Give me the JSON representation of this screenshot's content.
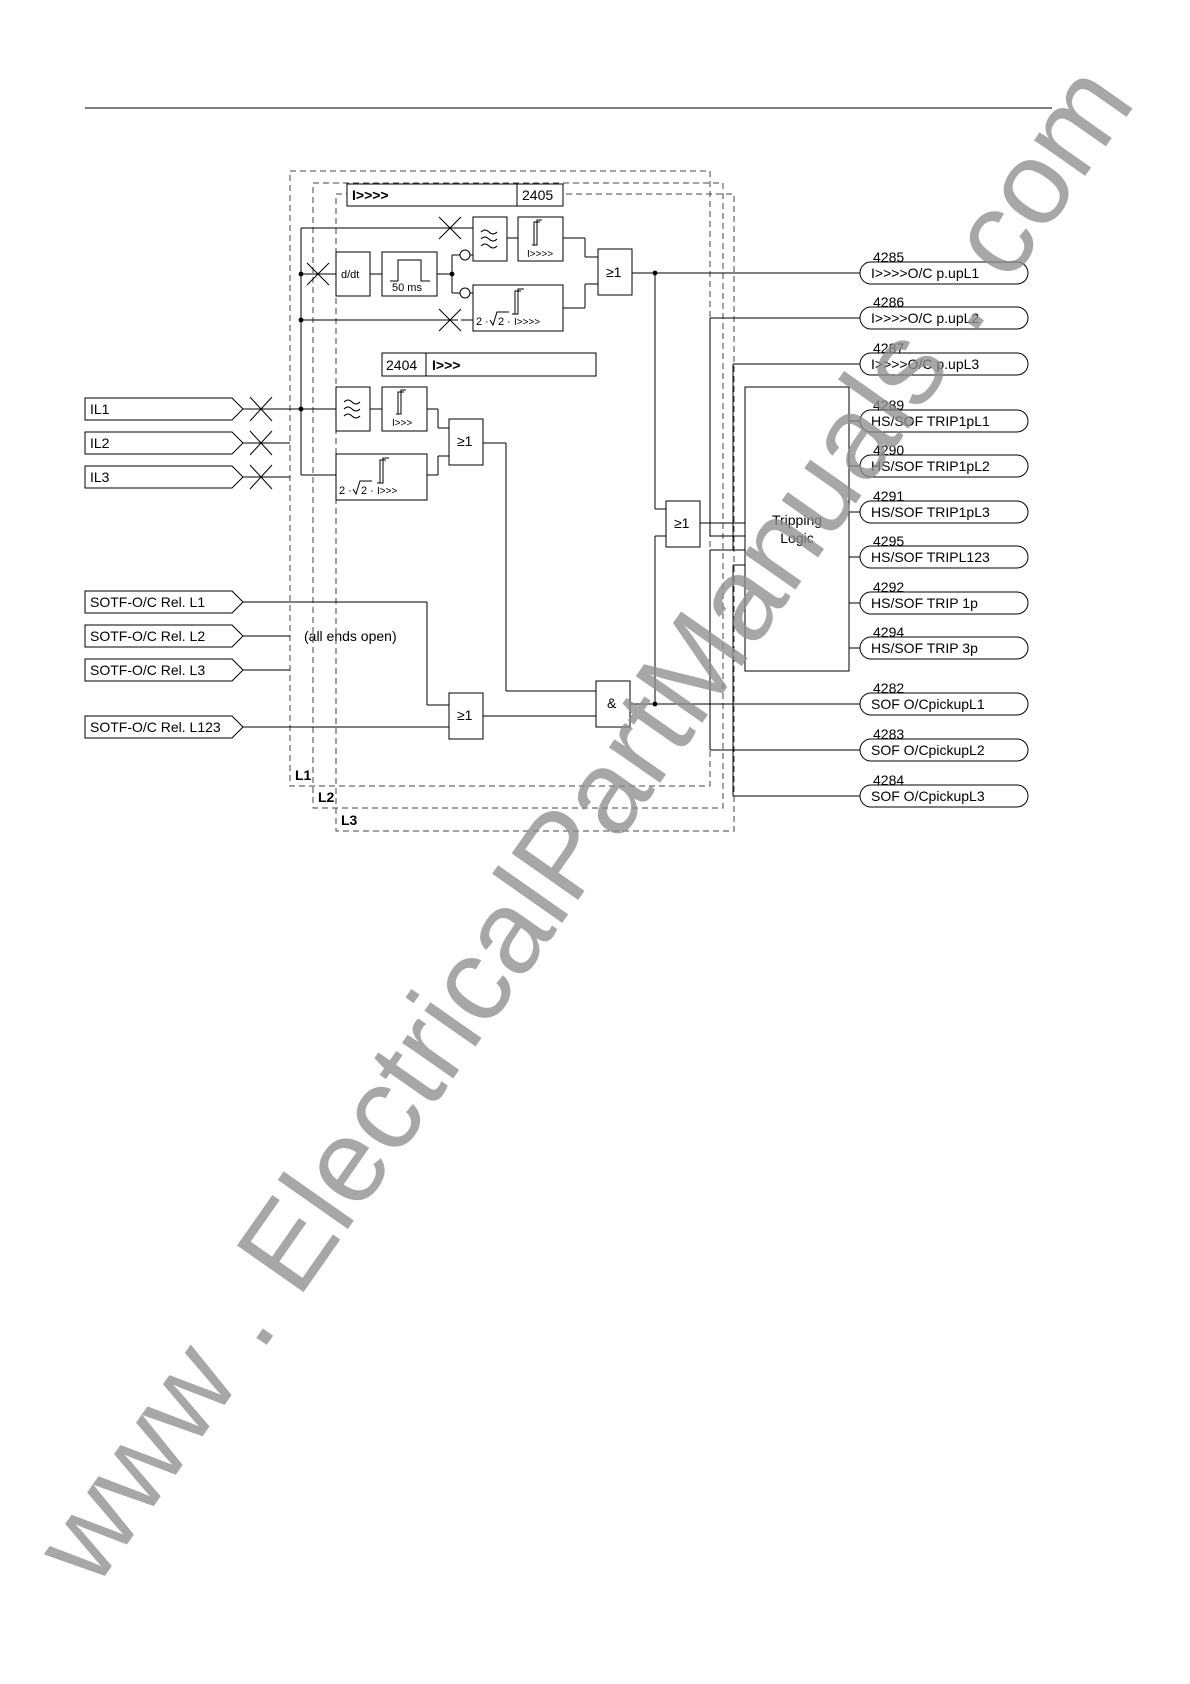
{
  "blocks": {
    "param_2405_num": "2405",
    "param_2405_name": "I>>>>",
    "param_2404_num": "2404",
    "param_2404_name": "I>>>",
    "ddt": "d/dt",
    "pulse": "50 ms",
    "thr_ihigh4": "I>>>>",
    "thr_ihigh4_2s2": "I>>>>",
    "thr_ihigh3": "I>>>",
    "thr_ihigh3_2s2": "I>>>",
    "two": "2",
    "sqrt2": "2",
    "or_label": "≥1",
    "and_label": "&",
    "tripping_l1": "Tripping",
    "tripping_l2": "Logic",
    "ends_open": "(all ends open)",
    "phase_l1": "L1",
    "phase_l2": "L2",
    "phase_l3": "L3"
  },
  "inputs": [
    "IL1",
    "IL2",
    "IL3",
    "SOTF-O/C Rel. L1",
    "SOTF-O/C Rel. L2",
    "SOTF-O/C Rel. L3",
    "SOTF-O/C Rel. L123"
  ],
  "outputs": [
    {
      "num": "4285",
      "label": "I>>>>O/C p.upL1"
    },
    {
      "num": "4286",
      "label": "I>>>>O/C p.upL2"
    },
    {
      "num": "4287",
      "label": "I>>>>O/C p.upL3"
    },
    {
      "num": "4289",
      "label": "HS/SOF TRIP1pL1"
    },
    {
      "num": "4290",
      "label": "HS/SOF TRIP1pL2"
    },
    {
      "num": "4291",
      "label": "HS/SOF TRIP1pL3"
    },
    {
      "num": "4295",
      "label": "HS/SOF TRIPL123"
    },
    {
      "num": "4292",
      "label": "HS/SOF TRIP 1p"
    },
    {
      "num": "4294",
      "label": "HS/SOF TRIP 3p"
    },
    {
      "num": "4282",
      "label": "SOF O/CpickupL1"
    },
    {
      "num": "4283",
      "label": "SOF O/CpickupL2"
    },
    {
      "num": "4284",
      "label": "SOF O/CpickupL3"
    }
  ],
  "watermark": "www . ElectricalPartManuals . com"
}
